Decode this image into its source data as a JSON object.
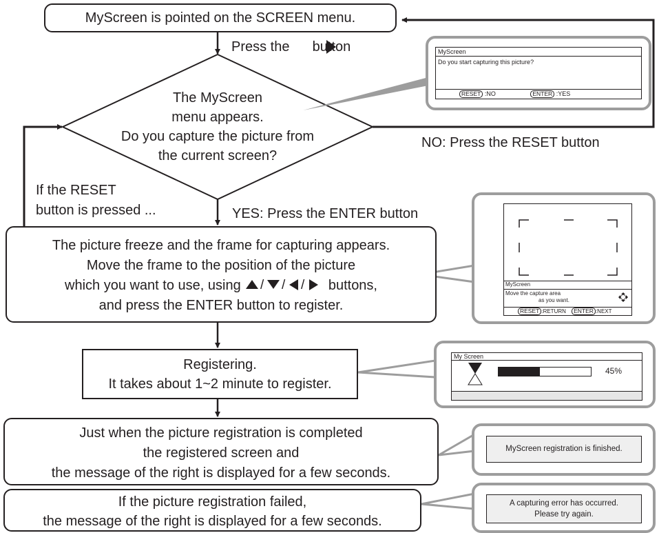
{
  "flow": {
    "start": "MyScreen is pointed on the SCREEN menu.",
    "press_label_before": "Press the",
    "press_label_after": "button",
    "decision": [
      "The MyScreen",
      "menu appears.",
      "Do you capture the picture from",
      "the current screen?"
    ],
    "no_label": "NO: Press the RESET button",
    "reset_note": [
      "If the RESET",
      "button is pressed ..."
    ],
    "yes_label": "YES: Press the ENTER button",
    "capture_lines": [
      "The picture freeze and the frame for capturing appears.",
      "Move the frame to the position of the picture"
    ],
    "capture_line3_before": "which you want to use, using",
    "capture_line3_after": "buttons,",
    "capture_line4": "and press the ENTER button to register.",
    "register": [
      "Registering.",
      "It takes about 1~2 minute to register."
    ],
    "complete": [
      "Just when the picture registration is completed",
      "the registered screen and",
      "the message of the right is displayed for a few seconds."
    ],
    "failed": [
      "If the picture registration failed,",
      "the message of the right is displayed for a few seconds."
    ]
  },
  "screens": {
    "confirm": {
      "title": "MyScreen",
      "question": "Do you start capturing this picture?",
      "reset_key": "RESET",
      "reset_action": ":NO",
      "enter_key": "ENTER",
      "enter_action": ":YES"
    },
    "capture": {
      "title": "MyScreen",
      "line1": "Move the capture area",
      "line2": "as you want.",
      "reset_key": "RESET",
      "reset_action": ":RETURN",
      "enter_key": "ENTER",
      "enter_action": ":NEXT"
    },
    "progress": {
      "title": "My Screen",
      "percent_label": "45%",
      "progress_value": 0.45
    },
    "finished": {
      "text": "MyScreen registration is finished."
    },
    "error": {
      "line1": "A capturing error has occurred.",
      "line2": "Please try again."
    }
  }
}
